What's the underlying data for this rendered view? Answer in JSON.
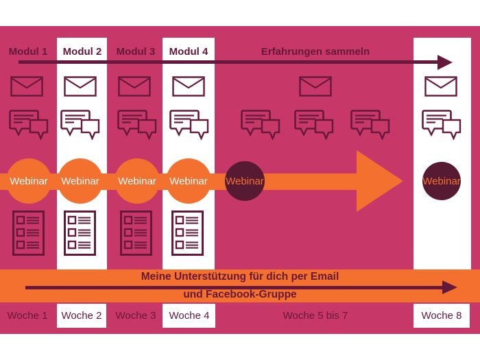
{
  "colors": {
    "background_pink": "#c73768",
    "dark_maroon": "#66183a",
    "circle_dark": "#571a33",
    "accent_orange": "#f3702e",
    "white": "#ffffff"
  },
  "modules": [
    {
      "label": "Modul 1",
      "highlighted": false
    },
    {
      "label": "Modul 2",
      "highlighted": true
    },
    {
      "label": "Modul 3",
      "highlighted": false
    },
    {
      "label": "Modul 4",
      "highlighted": true
    }
  ],
  "phase_label": "Erfahrungen sammeln",
  "webinars": [
    {
      "label": "Webinar",
      "variant": "orange"
    },
    {
      "label": "Webinar",
      "variant": "orange"
    },
    {
      "label": "Webinar",
      "variant": "orange"
    },
    {
      "label": "Webinar",
      "variant": "orange"
    },
    {
      "label": "Webinar",
      "variant": "dark"
    },
    {
      "label": "Webinar",
      "variant": "dark"
    }
  ],
  "support_banner": {
    "line1": "Meine Unterstützung für dich per Email",
    "line2": "und Facebook-Gruppe"
  },
  "weeks": [
    {
      "label": "Woche 1",
      "highlighted": false
    },
    {
      "label": "Woche 2",
      "highlighted": true
    },
    {
      "label": "Woche 3",
      "highlighted": false
    },
    {
      "label": "Woche 4",
      "highlighted": true
    },
    {
      "label": "Woche 5 bis 7",
      "highlighted": false
    },
    {
      "label": "Woche 8",
      "highlighted": true
    }
  ],
  "icons": {
    "envelope": "envelope-icon",
    "chat": "chat-bubbles-icon",
    "checklist": "checklist-icon"
  }
}
